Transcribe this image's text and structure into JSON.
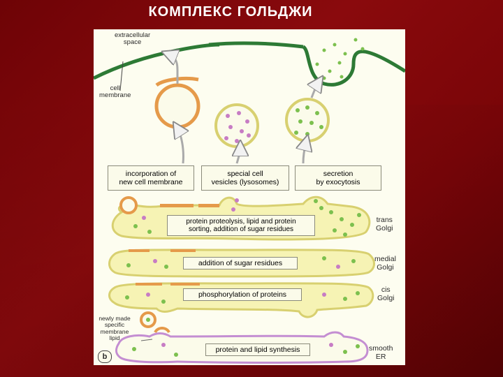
{
  "slide": {
    "title": "КОМПЛЕКС  ГОЛЬДЖИ"
  },
  "figure": {
    "labels": {
      "extracellular_space": "extracellular\nspace",
      "cell_membrane": "cell\nmembrane",
      "incorporation": "incorporation of\nnew cell membrane",
      "special_vesicles": "special cell\nvesicles (lysosomes)",
      "secretion": "secretion\nby exocytosis",
      "trans_process": "protein proteolysis, lipid and protein\nsorting, addition of sugar residues",
      "trans_golgi": "trans\nGolgi",
      "medial_process": "addition of sugar residues",
      "medial_golgi": "medial\nGolgi",
      "cis_process": "phosphorylation of proteins",
      "cis_golgi": "cis\nGolgi",
      "newly_made": "newly made\nspecific\nmembrane\nlipid",
      "er_process": "protein and lipid synthesis",
      "smooth_er": "smooth\nER",
      "panel_letter": "b"
    }
  },
  "colors": {
    "membrane": "#2d7a35",
    "vesicle_orange": "#e59a4a",
    "cisterna_fill": "#f6f3b4",
    "green_dot": "#7cc04e",
    "pink_dot": "#c77cc4",
    "er_outline": "#c48ed2"
  }
}
